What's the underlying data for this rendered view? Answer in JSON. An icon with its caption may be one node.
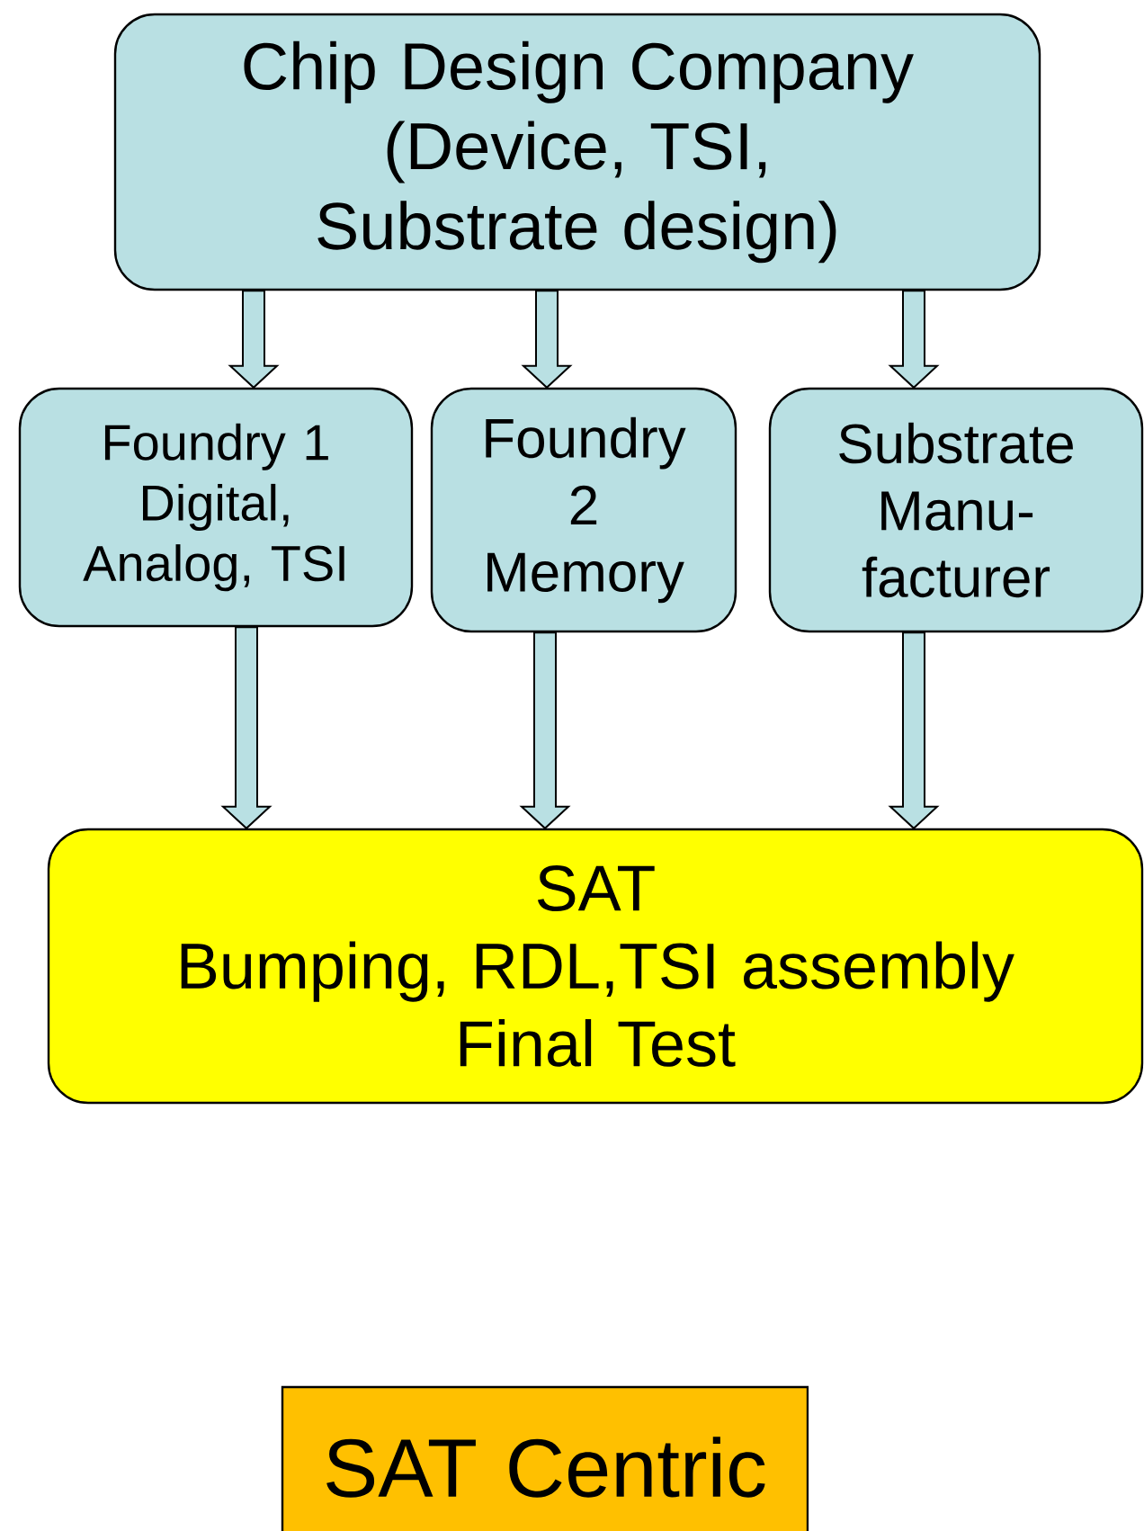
{
  "diagram": {
    "nodes": [
      {
        "text": [
          "Chip Design Company (Device, TSI, Substrate design)"
        ]
      },
      {
        "text": [
          "Foundry 1",
          "Digital, Analog, TSI"
        ]
      },
      {
        "text": [
          "Foundry 2 Memory"
        ]
      },
      {
        "text": [
          "Substrate Manu- facturer"
        ]
      },
      {
        "text": [
          "SAT",
          "Bumping, RDL,TSI assembly",
          "Final Test"
        ]
      },
      {
        "text": [
          "SAT Centric"
        ]
      }
    ],
    "edges": [
      {
        "from": 0,
        "to": 1,
        "arrow": "to"
      },
      {
        "from": 0,
        "to": 2,
        "arrow": "to"
      },
      {
        "from": 0,
        "to": 3,
        "arrow": "to"
      },
      {
        "from": 1,
        "to": 4,
        "arrow": "to"
      },
      {
        "from": 2,
        "to": 4,
        "arrow": "to"
      },
      {
        "from": 3,
        "to": 4,
        "arrow": "to"
      }
    ]
  }
}
